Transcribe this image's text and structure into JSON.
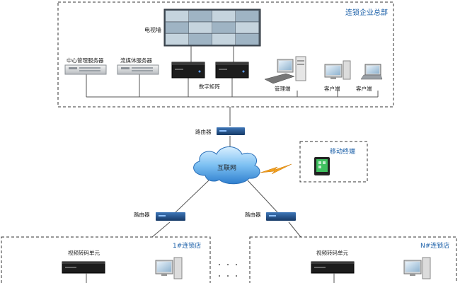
{
  "headquarters": {
    "title": "连锁企业总部",
    "video_wall_label": "电视墙",
    "central_server_label": "中心管理服务器",
    "stream_server_label": "流媒体服务器",
    "matrix_label": "数字矩阵",
    "management_label": "管理端",
    "client1_label": "客户端",
    "client2_label": "客户端"
  },
  "network": {
    "router_top_label": "路由器",
    "internet_label": "互联网",
    "router_left_label": "路由器",
    "router_right_label": "路由器"
  },
  "mobile": {
    "label": "移动终端"
  },
  "store1": {
    "title": "1#连锁店",
    "unit_label": "视频转码单元"
  },
  "storeN": {
    "title": "N#连锁店",
    "unit_label": "视频转码单元"
  },
  "colors": {
    "accent_text": "#1a5fa8",
    "cloud": "#3d8fd8",
    "lightning": "#f0a020",
    "router": "#1d4f8c"
  }
}
